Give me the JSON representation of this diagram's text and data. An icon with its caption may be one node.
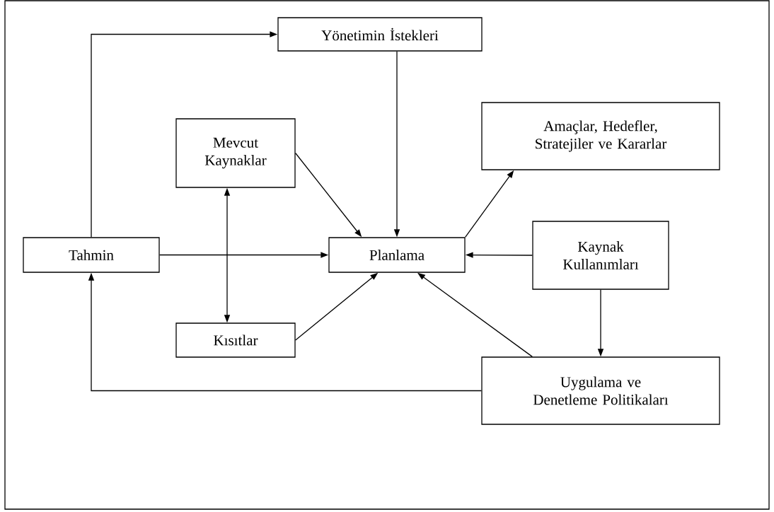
{
  "diagram": {
    "nodes": [
      {
        "text": [
          "Yönetimin İstekleri"
        ]
      },
      {
        "text": [
          "Mevcut Kaynaklar"
        ]
      },
      {
        "text": [
          "Amaçlar, Hedefler, Stratejiler ve Kararlar"
        ]
      },
      {
        "text": [
          "Tahmin"
        ]
      },
      {
        "text": [
          "Planlama"
        ]
      },
      {
        "text": [
          "Kaynak Kullanımları"
        ]
      },
      {
        "text": [
          "Kısıtlar"
        ]
      },
      {
        "text": [
          "Uygulama ve Denetleme Politikaları"
        ]
      }
    ],
    "edges": [
      {
        "from": 3,
        "to": 0,
        "arrow": "to"
      },
      {
        "from": 0,
        "to": 4,
        "arrow": "to"
      },
      {
        "from": 1,
        "to": 4,
        "arrow": "to"
      },
      {
        "from": 1,
        "to": 6,
        "arrow": "both"
      },
      {
        "from": 3,
        "to": 4,
        "arrow": "to"
      },
      {
        "from": 6,
        "to": 4,
        "arrow": "to"
      },
      {
        "from": 4,
        "to": 2,
        "arrow": "to"
      },
      {
        "from": 5,
        "to": 4,
        "arrow": "to"
      },
      {
        "from": 5,
        "to": 7,
        "arrow": "to"
      },
      {
        "from": 7,
        "to": 4,
        "arrow": "to"
      },
      {
        "from": 7,
        "to": 3,
        "arrow": "to"
      }
    ]
  }
}
